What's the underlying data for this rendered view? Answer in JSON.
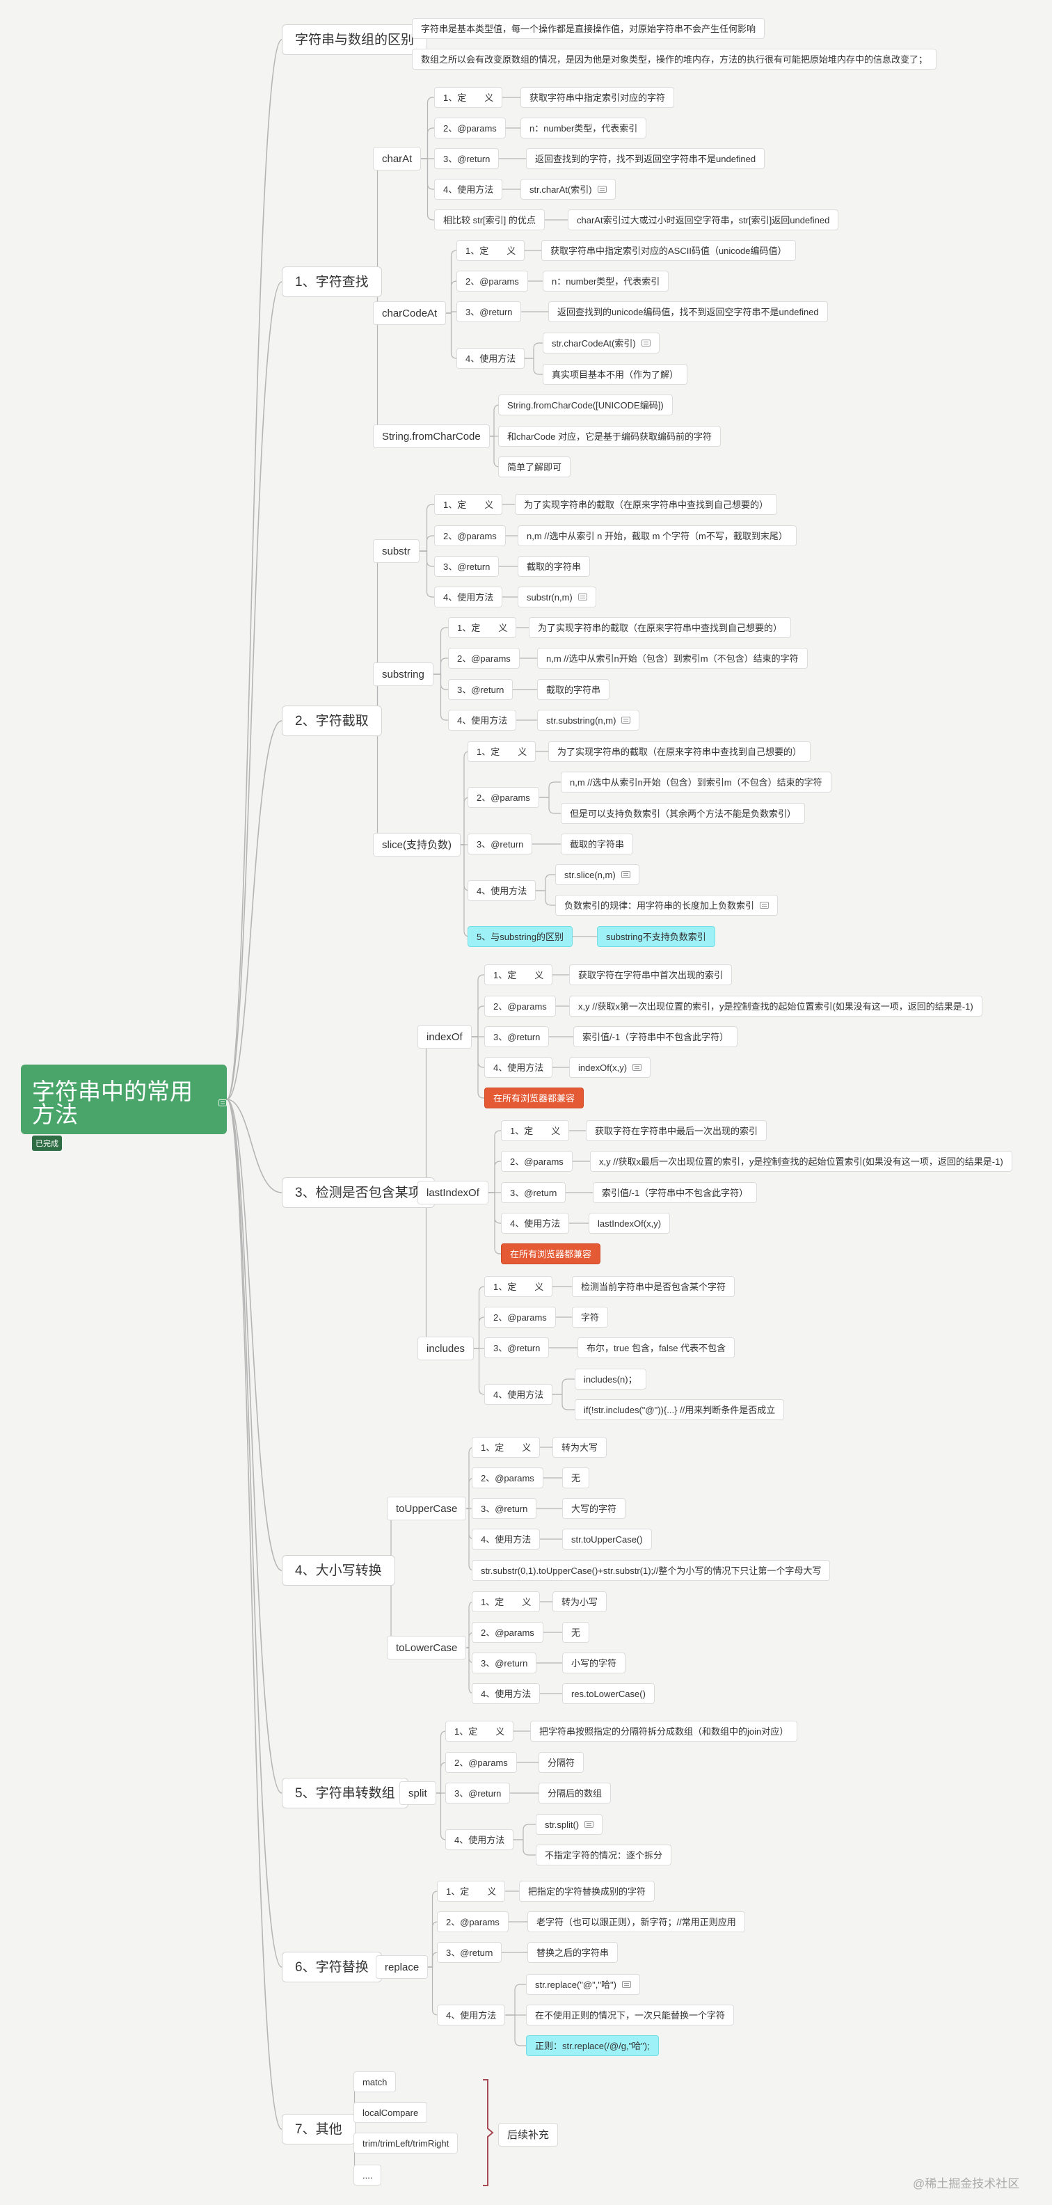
{
  "root": {
    "title": "字符串中的常用方法",
    "badge": "已完成"
  },
  "nodes": [
    {
      "id": "n1",
      "text": "字符串与数组的区别"
    },
    {
      "id": "n1a",
      "text": "字符串是基本类型值，每一个操作都是直接操作值，对原始字符串不会产生任何影响"
    },
    {
      "id": "n1b",
      "text": "数组之所以会有改变原数组的情况，是因为他是对象类型，操作的堆内存，方法的执行很有可能把原始堆内存中的信息改变了；"
    },
    {
      "id": "n2",
      "text": "1、字符查找"
    },
    {
      "id": "n2a",
      "text": "charAt"
    },
    {
      "id": "n2a1",
      "text": "1、定　　义"
    },
    {
      "id": "n2a1v",
      "text": "获取字符串中指定索引对应的字符"
    },
    {
      "id": "n2a2",
      "text": "2、@params"
    },
    {
      "id": "n2a2v",
      "text": "n：number类型，代表索引"
    },
    {
      "id": "n2a3",
      "text": "3、@return"
    },
    {
      "id": "n2a3v",
      "text": "返回查找到的字符，找不到返回空字符串不是undefined"
    },
    {
      "id": "n2a4",
      "text": "4、使用方法"
    },
    {
      "id": "n2a4v",
      "text": "str.charAt(索引)"
    },
    {
      "id": "n2a5",
      "text": "相比较  str[索引]  的优点"
    },
    {
      "id": "n2a5v",
      "text": "charAt索引过大或过小时返回空字符串，str[索引]返回undefined"
    },
    {
      "id": "n2b",
      "text": "charCodeAt"
    },
    {
      "id": "n2b1",
      "text": "1、定　　义"
    },
    {
      "id": "n2b1v",
      "text": "获取字符串中指定索引对应的ASCII码值（unicode编码值）"
    },
    {
      "id": "n2b2",
      "text": "2、@params"
    },
    {
      "id": "n2b2v",
      "text": "n：number类型，代表索引"
    },
    {
      "id": "n2b3",
      "text": "3、@return"
    },
    {
      "id": "n2b3v",
      "text": "返回查找到的unicode编码值，找不到返回空字符串不是undefined"
    },
    {
      "id": "n2b4",
      "text": "4、使用方法"
    },
    {
      "id": "n2b4v",
      "text": "str.charCodeAt(索引)"
    },
    {
      "id": "n2b4w",
      "text": "真实项目基本不用（作为了解）"
    },
    {
      "id": "n2c",
      "text": "String.fromCharCode"
    },
    {
      "id": "n2c1",
      "text": "String.fromCharCode([UNICODE编码])"
    },
    {
      "id": "n2c2",
      "text": "和charCode 对应，它是基于编码获取编码前的字符"
    },
    {
      "id": "n2c3",
      "text": "简单了解即可"
    },
    {
      "id": "n3",
      "text": "2、字符截取"
    },
    {
      "id": "n3a",
      "text": "substr"
    },
    {
      "id": "n3a1",
      "text": "1、定　　义"
    },
    {
      "id": "n3a1v",
      "text": "为了实现字符串的截取（在原来字符串中查找到自己想要的）"
    },
    {
      "id": "n3a2",
      "text": "2、@params"
    },
    {
      "id": "n3a2v",
      "text": "n,m //选中从索引 n 开始，截取 m 个字符（m不写，截取到末尾）"
    },
    {
      "id": "n3a3",
      "text": "3、@return"
    },
    {
      "id": "n3a3v",
      "text": "截取的字符串"
    },
    {
      "id": "n3a4",
      "text": "4、使用方法"
    },
    {
      "id": "n3a4v",
      "text": "substr(n,m)"
    },
    {
      "id": "n3b",
      "text": "substring"
    },
    {
      "id": "n3b1",
      "text": "1、定　　义"
    },
    {
      "id": "n3b1v",
      "text": "为了实现字符串的截取（在原来字符串中查找到自己想要的）"
    },
    {
      "id": "n3b2",
      "text": "2、@params"
    },
    {
      "id": "n3b2v",
      "text": "n,m //选中从索引n开始（包含）到索引m（不包含）结束的字符"
    },
    {
      "id": "n3b3",
      "text": "3、@return"
    },
    {
      "id": "n3b3v",
      "text": "截取的字符串"
    },
    {
      "id": "n3b4",
      "text": "4、使用方法"
    },
    {
      "id": "n3b4v",
      "text": "str.substring(n,m)"
    },
    {
      "id": "n3c",
      "text": "slice(支持负数)"
    },
    {
      "id": "n3c1",
      "text": "1、定　　义"
    },
    {
      "id": "n3c1v",
      "text": "为了实现字符串的截取（在原来字符串中查找到自己想要的）"
    },
    {
      "id": "n3c2",
      "text": "2、@params"
    },
    {
      "id": "n3c2v",
      "text": "n,m //选中从索引n开始（包含）到索引m（不包含）结束的字符"
    },
    {
      "id": "n3c2w",
      "text": "但是可以支持负数索引（其余两个方法不能是负数索引）"
    },
    {
      "id": "n3c3",
      "text": "3、@return"
    },
    {
      "id": "n3c3v",
      "text": "截取的字符串"
    },
    {
      "id": "n3c4",
      "text": "4、使用方法"
    },
    {
      "id": "n3c4v",
      "text": "str.slice(n,m)"
    },
    {
      "id": "n3c4w",
      "text": "负数索引的规律：用字符串的长度加上负数索引"
    },
    {
      "id": "n3c5",
      "text": "5、与substring的区别"
    },
    {
      "id": "n3c5v",
      "text": "substring不支持负数索引"
    },
    {
      "id": "n4",
      "text": "3、检测是否包含某项"
    },
    {
      "id": "n4a",
      "text": "indexOf"
    },
    {
      "id": "n4a1",
      "text": "1、定　　义"
    },
    {
      "id": "n4a1v",
      "text": "获取字符在字符串中首次出现的索引"
    },
    {
      "id": "n4a2",
      "text": "2、@params"
    },
    {
      "id": "n4a2v",
      "text": "x,y  //获取x第一次出现位置的索引，y是控制查找的起始位置索引(如果没有这一项，返回的结果是-1)"
    },
    {
      "id": "n4a3",
      "text": "3、@return"
    },
    {
      "id": "n4a3v",
      "text": "索引值/-1（字符串中不包含此字符）"
    },
    {
      "id": "n4a4",
      "text": "4、使用方法"
    },
    {
      "id": "n4a4v",
      "text": "indexOf(x,y)"
    },
    {
      "id": "n4a5",
      "text": "在所有浏览器都兼容"
    },
    {
      "id": "n4b",
      "text": "lastIndexOf"
    },
    {
      "id": "n4b1",
      "text": "1、定　　义"
    },
    {
      "id": "n4b1v",
      "text": "获取字符在字符串中最后一次出现的索引"
    },
    {
      "id": "n4b2",
      "text": "2、@params"
    },
    {
      "id": "n4b2v",
      "text": "x,y  //获取x最后一次出现位置的索引，y是控制查找的起始位置索引(如果没有这一项，返回的结果是-1)"
    },
    {
      "id": "n4b3",
      "text": "3、@return"
    },
    {
      "id": "n4b3v",
      "text": "索引值/-1（字符串中不包含此字符）"
    },
    {
      "id": "n4b4",
      "text": "4、使用方法"
    },
    {
      "id": "n4b4v",
      "text": "lastIndexOf(x,y)"
    },
    {
      "id": "n4b5",
      "text": "在所有浏览器都兼容"
    },
    {
      "id": "n4c",
      "text": "includes"
    },
    {
      "id": "n4c1",
      "text": "1、定　　义"
    },
    {
      "id": "n4c1v",
      "text": "检测当前字符串中是否包含某个字符"
    },
    {
      "id": "n4c2",
      "text": "2、@params"
    },
    {
      "id": "n4c2v",
      "text": "字符"
    },
    {
      "id": "n4c3",
      "text": "3、@return"
    },
    {
      "id": "n4c3v",
      "text": "布尔，true 包含，false 代表不包含"
    },
    {
      "id": "n4c4",
      "text": "4、使用方法"
    },
    {
      "id": "n4c4v",
      "text": "includes(n)；"
    },
    {
      "id": "n4c4w",
      "text": "if(!str.includes(\"@\")){...} //用来判断条件是否成立"
    },
    {
      "id": "n5",
      "text": "4、大小写转换"
    },
    {
      "id": "n5a",
      "text": "toUpperCase"
    },
    {
      "id": "n5a1",
      "text": "1、定　　义"
    },
    {
      "id": "n5a1v",
      "text": "转为大写"
    },
    {
      "id": "n5a2",
      "text": "2、@params"
    },
    {
      "id": "n5a2v",
      "text": "无"
    },
    {
      "id": "n5a3",
      "text": "3、@return"
    },
    {
      "id": "n5a3v",
      "text": "大写的字符"
    },
    {
      "id": "n5a4",
      "text": "4、使用方法"
    },
    {
      "id": "n5a4v",
      "text": "str.toUpperCase()"
    },
    {
      "id": "n5a5",
      "text": "str.substr(0,1).toUpperCase()+str.substr(1);//整个为小写的情况下只让第一个字母大写"
    },
    {
      "id": "n5b",
      "text": "toLowerCase"
    },
    {
      "id": "n5b1",
      "text": "1、定　　义"
    },
    {
      "id": "n5b1v",
      "text": "转为小写"
    },
    {
      "id": "n5b2",
      "text": "2、@params"
    },
    {
      "id": "n5b2v",
      "text": "无"
    },
    {
      "id": "n5b3",
      "text": "3、@return"
    },
    {
      "id": "n5b3v",
      "text": "小写的字符"
    },
    {
      "id": "n5b4",
      "text": "4、使用方法"
    },
    {
      "id": "n5b4v",
      "text": "res.toLowerCase()"
    },
    {
      "id": "n6",
      "text": "5、字符串转数组"
    },
    {
      "id": "n6a",
      "text": "split"
    },
    {
      "id": "n6a1",
      "text": "1、定　　义"
    },
    {
      "id": "n6a1v",
      "text": "把字符串按照指定的分隔符拆分成数组（和数组中的join对应）"
    },
    {
      "id": "n6a2",
      "text": "2、@params"
    },
    {
      "id": "n6a2v",
      "text": "分隔符"
    },
    {
      "id": "n6a3",
      "text": "3、@return"
    },
    {
      "id": "n6a3v",
      "text": "分隔后的数组"
    },
    {
      "id": "n6a4",
      "text": "4、使用方法"
    },
    {
      "id": "n6a4v",
      "text": "str.split()"
    },
    {
      "id": "n6a4w",
      "text": "不指定字符的情况：逐个拆分"
    },
    {
      "id": "n7",
      "text": "6、字符替换"
    },
    {
      "id": "n7a",
      "text": "replace"
    },
    {
      "id": "n7a1",
      "text": "1、定　　义"
    },
    {
      "id": "n7a1v",
      "text": "把指定的字符替换成别的字符"
    },
    {
      "id": "n7a2",
      "text": "2、@params"
    },
    {
      "id": "n7a2v",
      "text": "老字符（也可以跟正则），新字符；//常用正则应用"
    },
    {
      "id": "n7a3",
      "text": "3、@return"
    },
    {
      "id": "n7a3v",
      "text": "替换之后的字符串"
    },
    {
      "id": "n7a4",
      "text": "4、使用方法"
    },
    {
      "id": "n7a4v",
      "text": "str.replace(\"@\",\"哈\")"
    },
    {
      "id": "n7a4w",
      "text": "在不使用正则的情况下，一次只能替换一个字符"
    },
    {
      "id": "n7a4x",
      "text": "正则：str.replace(/@/g,\"哈\");"
    },
    {
      "id": "n8",
      "text": "7、其他"
    },
    {
      "id": "n8a",
      "text": "match"
    },
    {
      "id": "n8b",
      "text": "localCompare"
    },
    {
      "id": "n8c",
      "text": "trim/trimLeft/trimRight"
    },
    {
      "id": "n8d",
      "text": "...."
    },
    {
      "id": "n8s",
      "text": "后续补充"
    }
  ],
  "watermark": "@稀土掘金技术社区",
  "colors": {
    "root_bg": "#4aa56a",
    "highlight": "#9ef1f6",
    "warning": "#e35a34",
    "line": "#b5b5b5",
    "bracket": "#a84a56"
  }
}
